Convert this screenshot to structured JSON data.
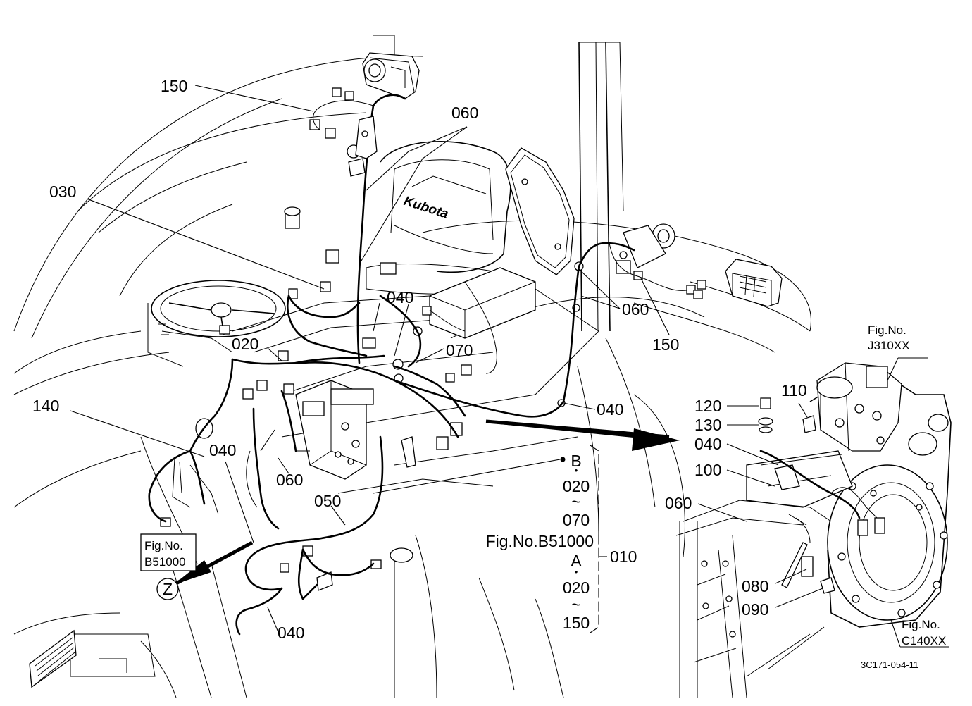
{
  "callouts": {
    "c150_top": "150",
    "c060_top": "060",
    "c030": "030",
    "c040_mid": "040",
    "c070": "070",
    "c060_right": "060",
    "c150_right": "150",
    "c020": "020",
    "c040_right": "040",
    "c140": "140",
    "c040_left": "040",
    "c060_low": "060",
    "c050": "050",
    "c040_bottom": "040",
    "c120": "120",
    "c110": "110",
    "c130": "130",
    "c040_inset": "040",
    "c100": "100",
    "c060_inset": "060",
    "c080": "080",
    "c090": "090"
  },
  "assembly": {
    "b_label": "B",
    "b_from": "020",
    "b_tilde": "~",
    "b_to": "070",
    "fig_ref": "Fig.No.B51000",
    "a_label": "A",
    "a_from": "020",
    "a_tilde": "~",
    "a_to": "150",
    "dot": "•",
    "dot2": "•",
    "main_part": "010"
  },
  "fig_refs": {
    "j310_line1": "Fig.No.",
    "j310_line2": "J310XX",
    "b51000_line1": "Fig.No.",
    "b51000_line2": "B51000",
    "c140_line1": "Fig.No.",
    "c140_line2": "C140XX"
  },
  "view_marker": "Z",
  "seat_brand": "Kubota",
  "drawing_code": "3C171-054-11"
}
